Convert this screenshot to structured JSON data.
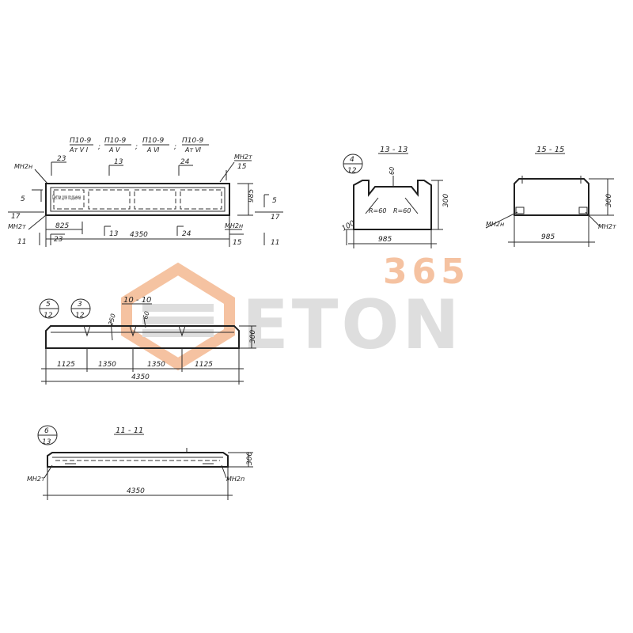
{
  "plan": {
    "header_marks": [
      "П10-9",
      "П10-9",
      "П10-9",
      "П10-9"
    ],
    "header_classes": [
      "Ат V I",
      "А V",
      "А Ⅵ",
      "Ат Ⅵ"
    ],
    "section_13": "13",
    "section_23": "23",
    "section_24": "24",
    "section_15": "15",
    "label_mh2n_top": "МН2н",
    "label_mh2t_top": "МН2т",
    "label_mh2t_left": "МН2т",
    "label_mh2n_right": "МН2н",
    "dim_5_left": "5",
    "dim_17_left": "17",
    "dim_11_left": "11",
    "dim_5_right": "5",
    "dim_17_right": "17",
    "dim_11_right": "11",
    "dim_825": "825",
    "dim_4350": "4350",
    "dim_985": "985",
    "dim_15_bottom": "15",
    "dim_23_bottom": "23",
    "handwritten_note": "Петли для подъема"
  },
  "section_13_13": {
    "title": "13 - 13",
    "circle_top": "4",
    "circle_bottom": "12",
    "dim_60": "60",
    "dim_300": "300",
    "dim_100": "100",
    "dim_985": "985",
    "radius_left": "R=60",
    "radius_right": "R=60"
  },
  "section_15_15": {
    "title": "15 - 15",
    "dim_300": "300",
    "dim_985": "985",
    "label_mh2n": "МН2н",
    "label_mh2t": "МН2т"
  },
  "section_10_10": {
    "title": "10 - 10",
    "circle_a_top": "5",
    "circle_a_bottom": "12",
    "circle_b_top": "3",
    "circle_b_bottom": "12",
    "dim_250": "250",
    "dim_60": "60",
    "dim_300": "300",
    "dims": [
      "1125",
      "1350",
      "1350",
      "1125"
    ],
    "dim_total": "4350"
  },
  "section_11_11": {
    "title": "11 - 11",
    "circle_top": "6",
    "circle_bottom": "13",
    "dim_300": "300",
    "dim_total": "4350",
    "label_left": "МН2т",
    "label_right": "МН2п"
  },
  "watermark": {
    "brand": "ETON",
    "number": "365",
    "color_orange": "#f3b48a",
    "color_gray": "#d6d6d6"
  }
}
